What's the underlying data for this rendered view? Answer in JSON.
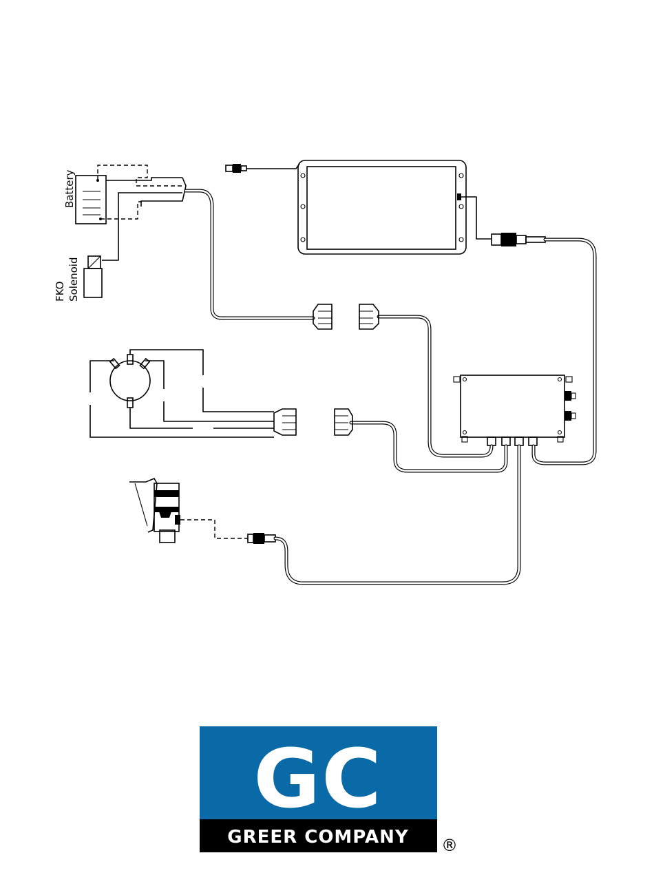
{
  "labels": {
    "battery": "Battery",
    "fko_line1": "FKO",
    "fko_line2": "Solenoid"
  },
  "logo": {
    "initials": "GC",
    "company": "GREER COMPANY",
    "registered": "®",
    "brand_color": "#0a6aa8"
  }
}
